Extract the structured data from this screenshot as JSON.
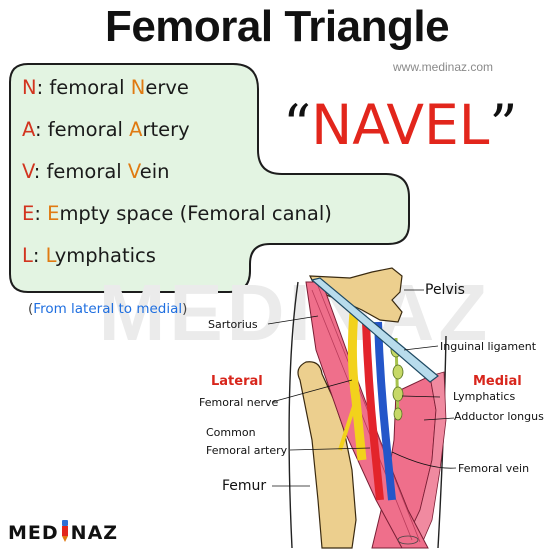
{
  "title": "Femoral Triangle",
  "website": "www.medinaz.com",
  "mnemonic": [
    {
      "letter": "N",
      "sep": ": ",
      "pre": "femoral ",
      "hl": "N",
      "post": "erve"
    },
    {
      "letter": "A",
      "sep": ": ",
      "pre": "femoral ",
      "hl": "A",
      "post": "rtery"
    },
    {
      "letter": "V",
      "sep": ": ",
      "pre": "femoral ",
      "hl": "V",
      "post": "ein"
    },
    {
      "letter": "E",
      "sep": ": ",
      "pre": "",
      "hl": "E",
      "post": "mpty space (Femoral canal)"
    },
    {
      "letter": "L",
      "sep": ": ",
      "pre": "",
      "hl": "L",
      "post": "ymphatics"
    }
  ],
  "navel": {
    "open_quote": "“",
    "word": "NAVEL",
    "close_quote": "”"
  },
  "note": {
    "open": "(",
    "text": "From lateral to medial",
    "close": ")"
  },
  "labels": {
    "pelvis": "Pelvis",
    "sartorius": "Sartorius",
    "inguinal_ligament": "Inguinal ligament",
    "lateral": "Lateral",
    "medial": "Medial",
    "femoral_nerve": "Femoral nerve",
    "lymphatics": "Lymphatics",
    "adductor_longus": "Adductor longus",
    "common": "Common",
    "femoral_artery": "Femoral artery",
    "femoral_vein": "Femoral vein",
    "femur": "Femur"
  },
  "watermark": "MEDINAZ",
  "logo": {
    "left": "MED",
    "right": "NAZ"
  },
  "colors": {
    "box_fill": "#e3f4e2",
    "mnemonic_letter": "#d2341f",
    "mnemonic_highlight": "#e07a12",
    "navel": "#e2261c",
    "note": "#1f6fe0",
    "lateral_medial": "#d8261c",
    "muscle": "#ef6f8b",
    "bone": "#eccf8e",
    "nerve": "#f2d21c",
    "artery": "#e3242b",
    "vein": "#2456c9",
    "lymph": "#a6c24d",
    "ligament": "#b8dcec"
  }
}
